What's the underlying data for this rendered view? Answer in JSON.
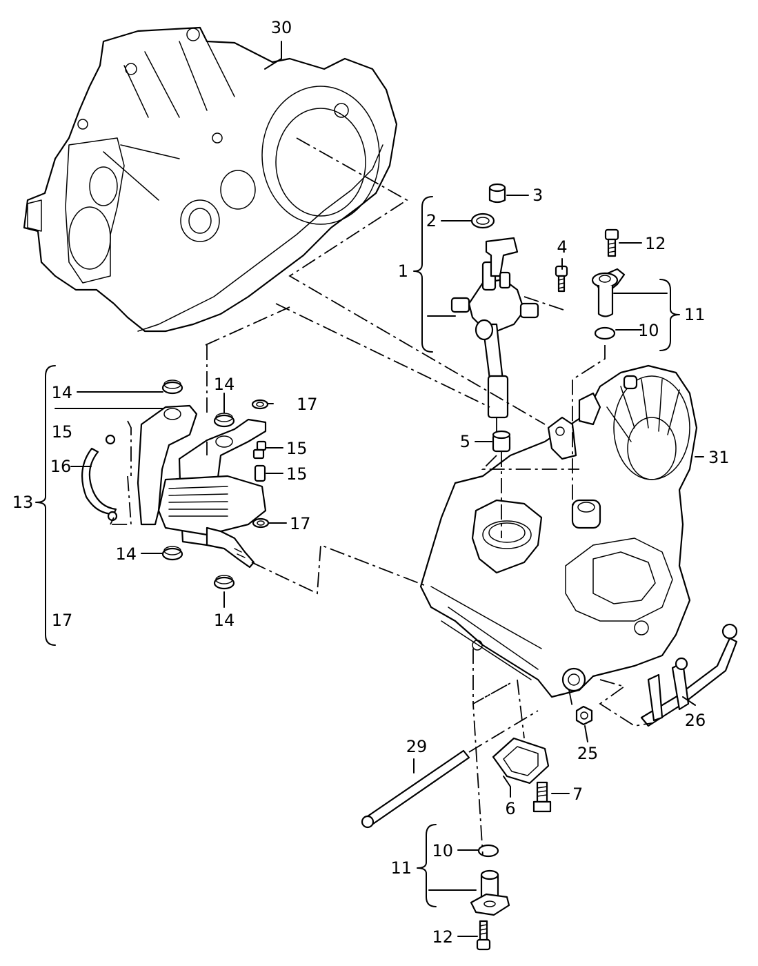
{
  "callouts": {
    "c1": "1",
    "c2": "2",
    "c3": "3",
    "c4": "4",
    "c5": "5",
    "c6": "6",
    "c7": "7",
    "c10a": "10",
    "c10b": "10",
    "c11a": "11",
    "c11b": "11",
    "c12a": "12",
    "c12b": "12",
    "c13": "13",
    "c14a": "14",
    "c14b": "14",
    "c14c": "14",
    "c14d": "14",
    "c15a": "15",
    "c15b": "15",
    "c15c": "15",
    "c16": "16",
    "c17a": "17",
    "c17b": "17",
    "c17c": "17",
    "c25": "25",
    "c26": "26",
    "c29": "29",
    "c30": "30",
    "c31": "31"
  }
}
